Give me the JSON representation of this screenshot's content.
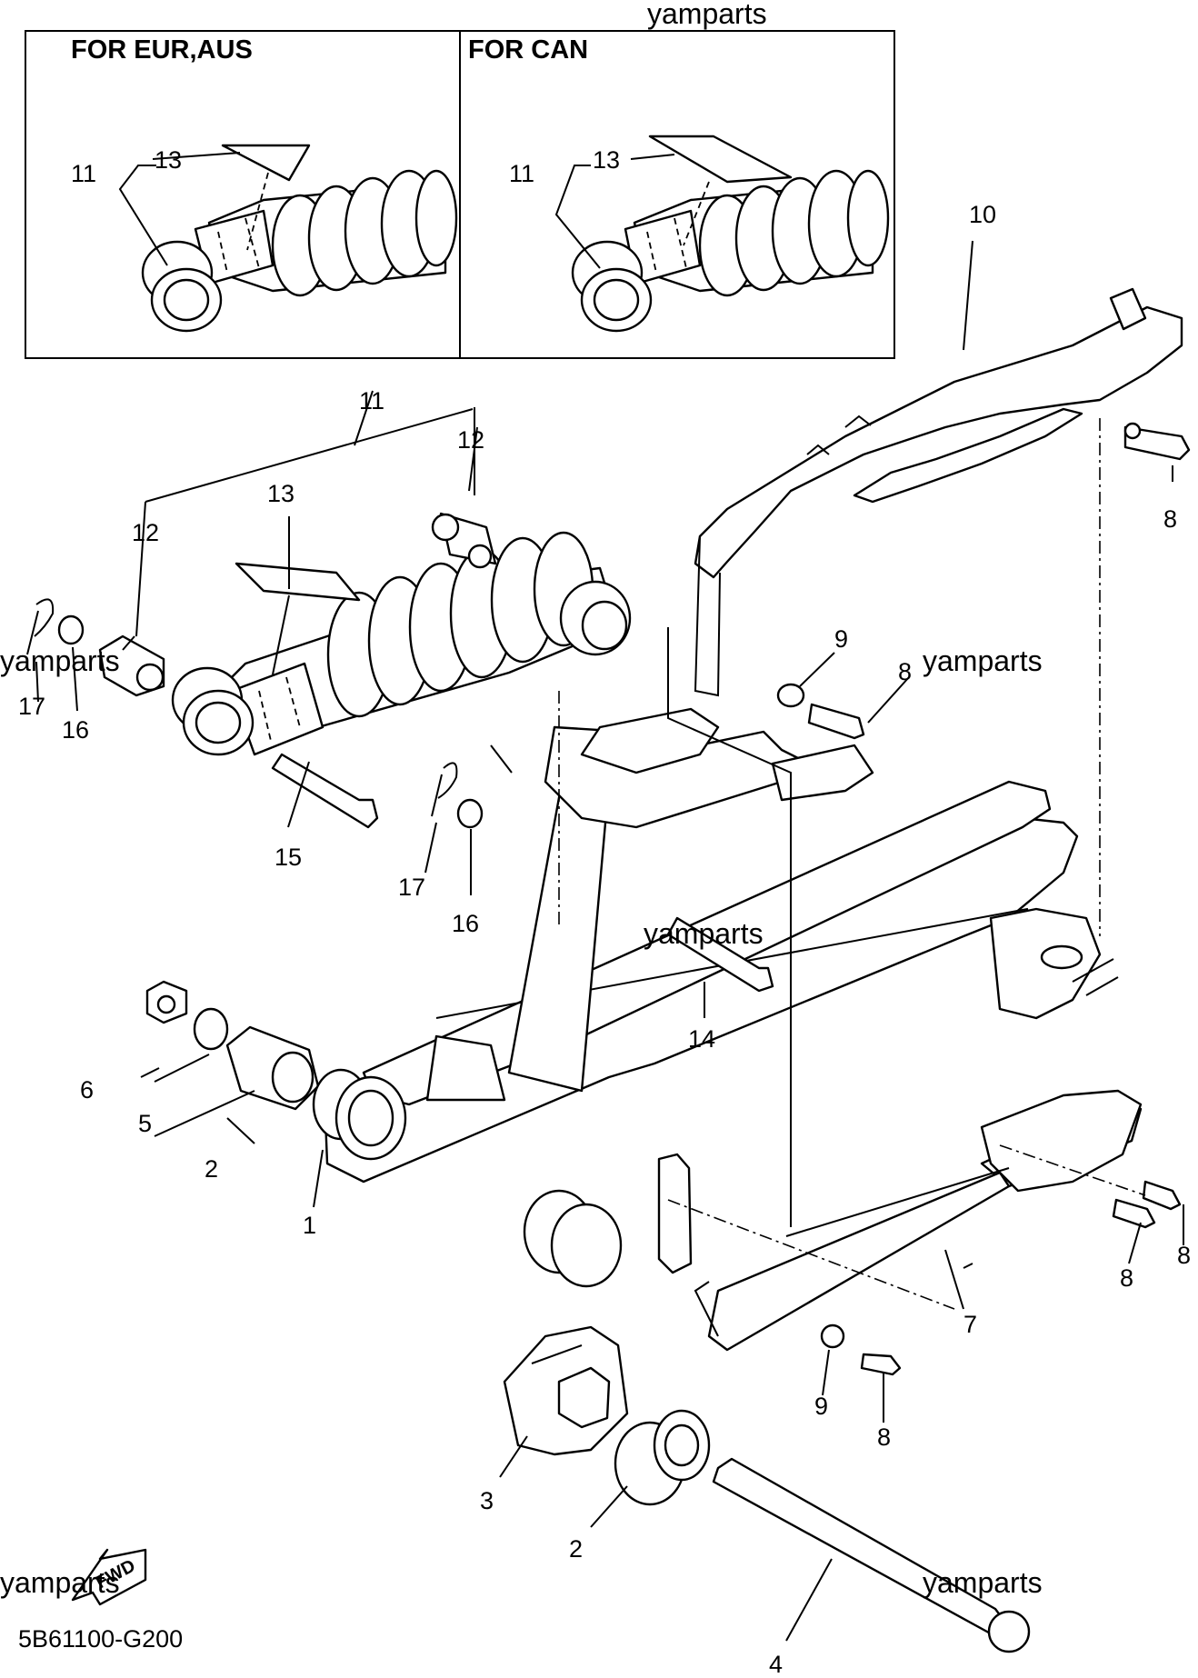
{
  "panels": {
    "left_title": "FOR EUR,AUS",
    "right_title": "FOR CAN"
  },
  "watermarks": [
    "yamparts",
    "yamparts",
    "yamparts",
    "yamparts",
    "yamparts",
    "yamparts"
  ],
  "diagram_code": "5B61100-G200",
  "fwd_label": "FWD",
  "callouts": {
    "c1": "1",
    "c2a": "2",
    "c2b": "2",
    "c3": "3",
    "c4": "4",
    "c5": "5",
    "c6": "6",
    "c7": "7",
    "c8a": "8",
    "c8b": "8",
    "c8c": "8",
    "c8d": "8",
    "c8e": "8",
    "c9a": "9",
    "c9b": "9",
    "c10": "10",
    "c11a": "11",
    "c11b": "11",
    "c11c": "11",
    "c12a": "12",
    "c12b": "12",
    "c13a": "13",
    "c13b": "13",
    "c13c": "13",
    "c14": "14",
    "c15": "15",
    "c16a": "16",
    "c16b": "16",
    "c17a": "17",
    "c17b": "17"
  }
}
